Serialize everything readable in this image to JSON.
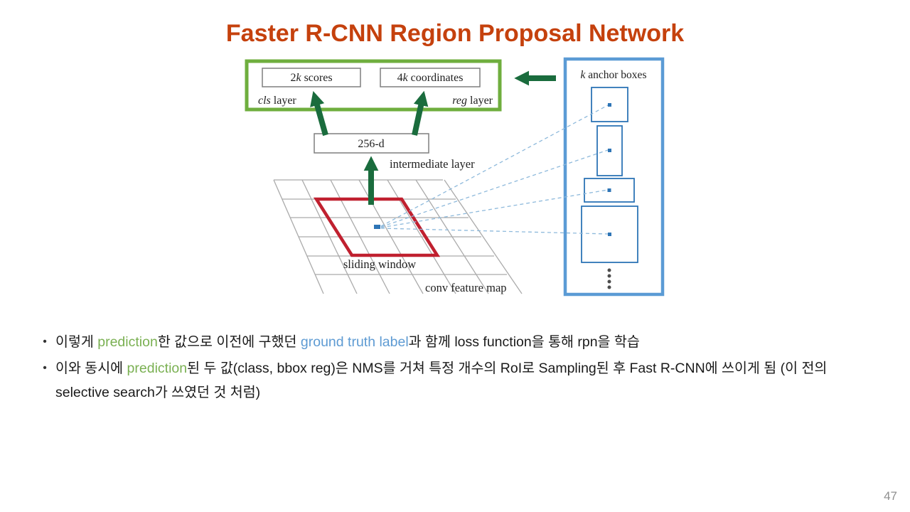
{
  "slide": {
    "title": "Faster R-CNN Region Proposal Network",
    "bullet_marker": "•",
    "page_number": "47"
  },
  "diagram": {
    "score_box": {
      "num": "2",
      "k": "k",
      "rest": " scores"
    },
    "coord_box": {
      "num": "4",
      "k": "k",
      "rest": " coordinates"
    },
    "cls_layer": {
      "it": "cls",
      "rest": " layer"
    },
    "reg_layer": {
      "it": "reg",
      "rest": " layer"
    },
    "intermediate_box": "256-d",
    "intermediate_label": "intermediate layer",
    "sliding_window_label": "sliding window",
    "conv_feature_map_label": "conv feature map",
    "anchor_panel": {
      "it": "k",
      "rest": " anchor boxes"
    },
    "colors": {
      "title_red": "#C5410D",
      "green_box": "#6FAE3E",
      "arrow_green": "#1A6C3D",
      "red_window": "#C0202F",
      "panel_blue": "#5B9BD5",
      "anchor_blue": "#2E75B6",
      "dashed_blue": "#8FBADC",
      "grid_gray": "#ABABAB",
      "box_gray": "#7F7F7F",
      "ellipsis_gray": "#4D4D4D",
      "accent_green": "#7AB052",
      "accent_blue": "#5E9BD3"
    }
  },
  "bullets": [
    {
      "s0": "이렇게 ",
      "s1": "prediction",
      "s2": "한 값으로 이전에 구했던 ",
      "s3": "ground truth label",
      "s4": "과 함께 loss function을 통해 rpn을 학습"
    },
    {
      "s0": "이와 동시에 ",
      "s1": "prediction",
      "s2": "된 두 값(class, bbox reg)은 NMS를 거쳐 특정 개수의 RoI로 Sampling된 후 Fast R-CNN에 쓰이게 됨 (이 전의 selective search가 쓰였던 것 처럼)"
    }
  ]
}
